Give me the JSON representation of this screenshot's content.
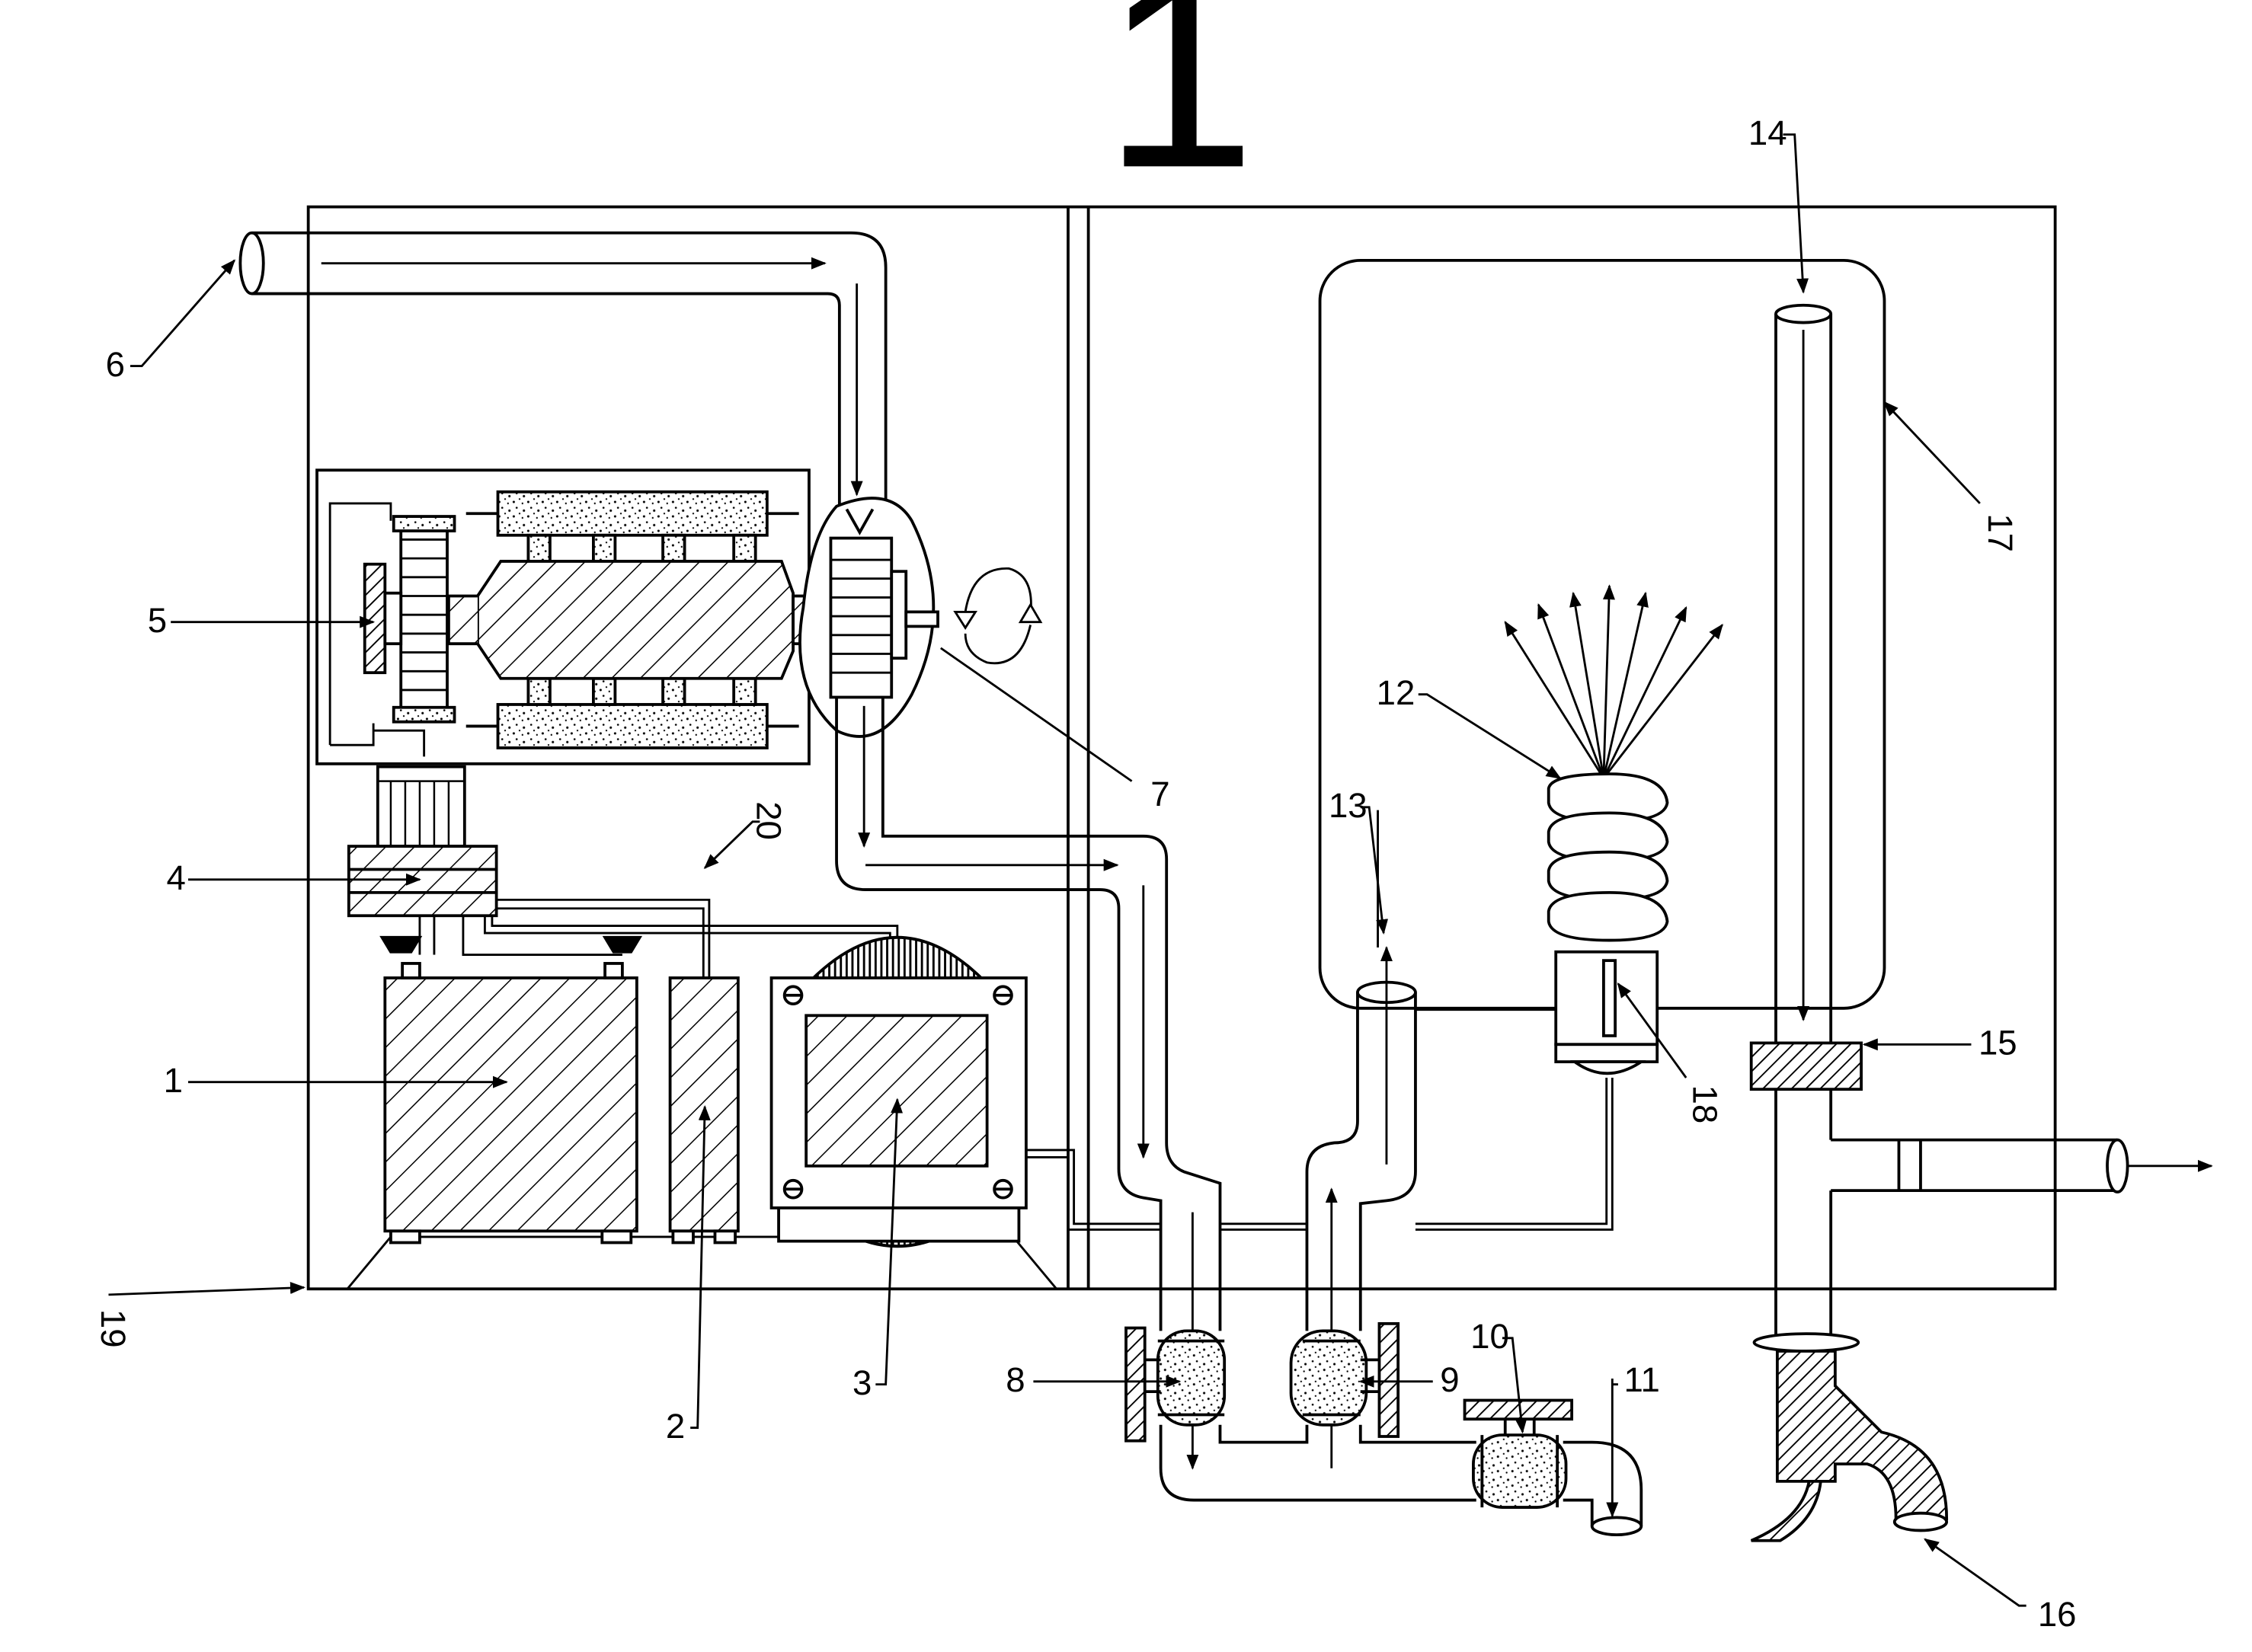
{
  "figure": {
    "title": "1",
    "labels": {
      "l1": "1",
      "l2": "2",
      "l3": "3",
      "l4": "4",
      "l5": "5",
      "l6": "6",
      "l7": "7",
      "l8": "8",
      "l9": "9",
      "l10": "10",
      "l11": "11",
      "l12": "12",
      "l13": "13",
      "l14": "14",
      "l15": "15",
      "l16": "16",
      "l17": "17",
      "l18": "18",
      "l19": "19",
      "l20": "20"
    },
    "colors": {
      "ink": "#000000",
      "paper": "#ffffff"
    }
  }
}
